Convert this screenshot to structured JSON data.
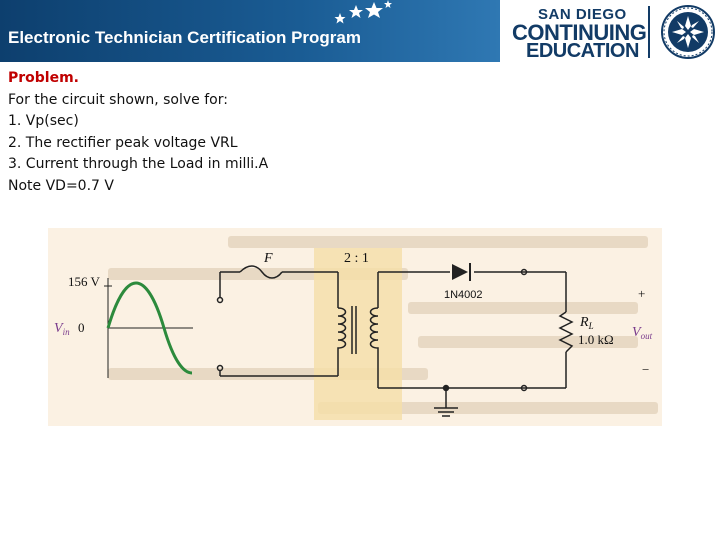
{
  "header": {
    "title": "Electronic Technician Certification Program"
  },
  "logo": {
    "line1": "SAN DIEGO",
    "line2": "CONTINUING",
    "line3": "EDUCATION"
  },
  "problem": {
    "label": "Problem.",
    "intro": "For the circuit shown, solve for:",
    "items": [
      "1.  Vp(sec)",
      "2.  The rectifier peak voltage VRL",
      "3.  Current through the Load in milli.A"
    ],
    "note": "Note VD=0.7 V"
  },
  "circuit": {
    "peak_label": "156 V",
    "vin_label": "V",
    "vin_sub": "in",
    "zero_label": "0",
    "fuse_label": "F",
    "ratio_label": "2 : 1",
    "diode_label": "1N4002",
    "rl_label": "R",
    "rl_sub": "L",
    "rl_value": "1.0 kΩ",
    "vout_label": "V",
    "vout_sub": "out",
    "plus_label": "+",
    "minus_label": "−"
  },
  "colors": {
    "header_blue": "#1a5c94",
    "problem_red": "#c00000",
    "logo_navy": "#123b66"
  }
}
